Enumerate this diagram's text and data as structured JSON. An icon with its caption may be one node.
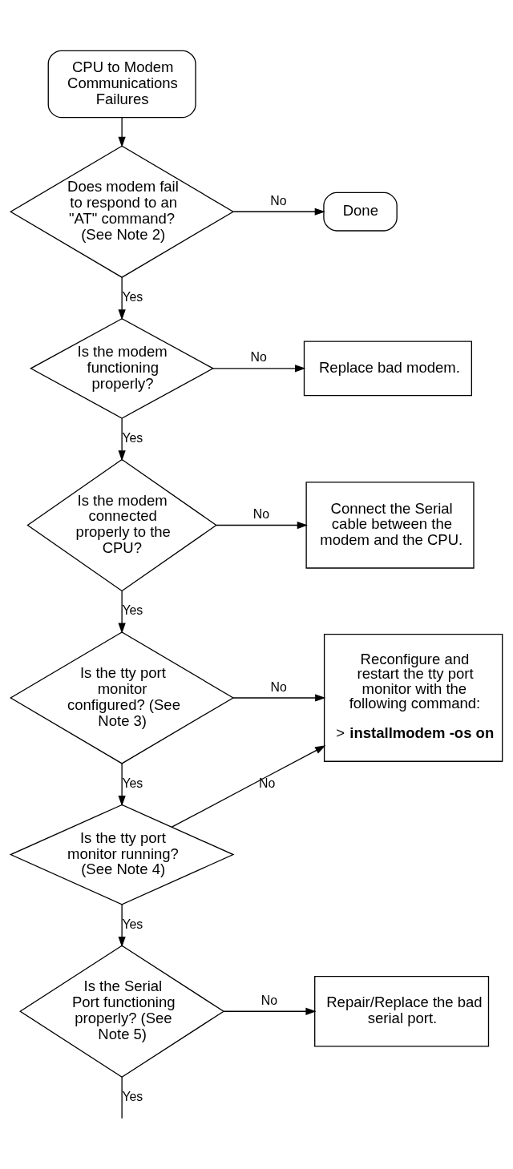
{
  "diagram": {
    "nodes": [
      {
        "text": [
          "CPU to Modem Communications Failures"
        ]
      },
      {
        "text": [
          "Does modem fail to respond to an \"AT\" command? (See Note 2)"
        ]
      },
      {
        "text": [
          "Done"
        ]
      },
      {
        "text": [
          "Is the modem functioning properly?"
        ]
      },
      {
        "text": [
          "Replace bad modem."
        ]
      },
      {
        "text": [
          "Is the modem connected properly to the CPU?"
        ]
      },
      {
        "text": [
          "Connect the Serial cable between the modem and the CPU."
        ]
      },
      {
        "text": [
          "Is the tty port monitor configured? (See Note 3)"
        ]
      },
      {
        "text": [
          "Reconfigure and restart the tty port monitor with the following command:",
          "> **installmodem -os on**"
        ]
      },
      {
        "text": [
          "Is the tty port monitor running? (See Note 4)"
        ]
      },
      {
        "text": [
          "Is the Serial Port functioning properly? (See Note 5)"
        ]
      },
      {
        "text": [
          "Repair/Replace the bad serial port."
        ]
      }
    ],
    "edges": [
      {
        "from": 0,
        "to": 1,
        "arrow": "to"
      },
      {
        "from": 1,
        "to": 2,
        "arrow": "to",
        "label": "No"
      },
      {
        "from": 1,
        "to": 3,
        "arrow": "to",
        "label": "Yes"
      },
      {
        "from": 3,
        "to": 4,
        "arrow": "to",
        "label": "No"
      },
      {
        "from": 3,
        "to": 5,
        "arrow": "to",
        "label": "Yes"
      },
      {
        "from": 5,
        "to": 6,
        "arrow": "to",
        "label": "No"
      },
      {
        "from": 5,
        "to": 7,
        "arrow": "to",
        "label": "Yes"
      },
      {
        "from": 7,
        "to": 8,
        "arrow": "to",
        "label": "No"
      },
      {
        "from": 7,
        "to": 9,
        "arrow": "to",
        "label": "Yes"
      },
      {
        "from": 9,
        "to": 8,
        "arrow": "to",
        "label": "No"
      },
      {
        "from": 9,
        "to": 10,
        "arrow": "to",
        "label": "Yes"
      },
      {
        "from": 10,
        "to": 11,
        "arrow": "to",
        "label": "No"
      },
      {
        "from": 10,
        "to": null,
        "arrow": "none",
        "label": "Yes"
      }
    ]
  }
}
